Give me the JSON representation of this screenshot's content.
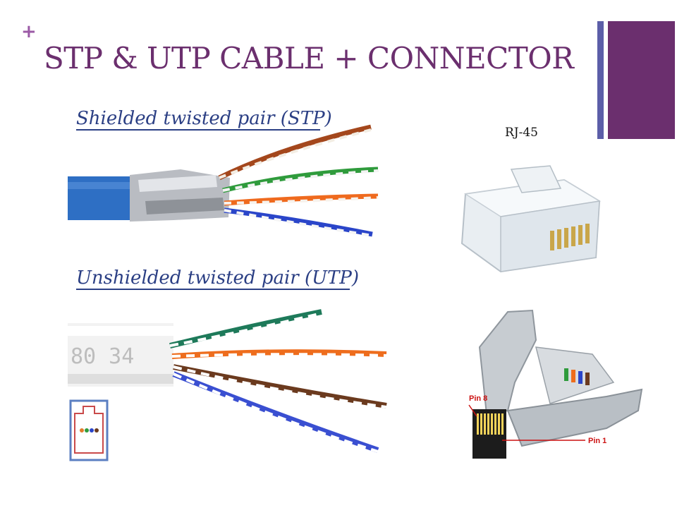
{
  "slide": {
    "title": "STP & UTP CABLE + CONNECTOR",
    "plus_symbol": "+",
    "rj45_label": "RJ-45"
  },
  "stp": {
    "heading": "Shielded twisted pair (STP)"
  },
  "utp": {
    "heading": "Unshielded twisted pair (UTP)",
    "jacket_print": "80 34"
  },
  "connector": {
    "pin_top": "Pin 8",
    "pin_bottom": "Pin 1"
  },
  "colors": {
    "title": "#6b2f6e",
    "accent_bar": "#6b2f6e",
    "accent_bar_thin": "#5c5ea8",
    "plus": "#9b5aa6",
    "cable_heading": "#2b3f84",
    "pin_label": "#cc1111"
  }
}
